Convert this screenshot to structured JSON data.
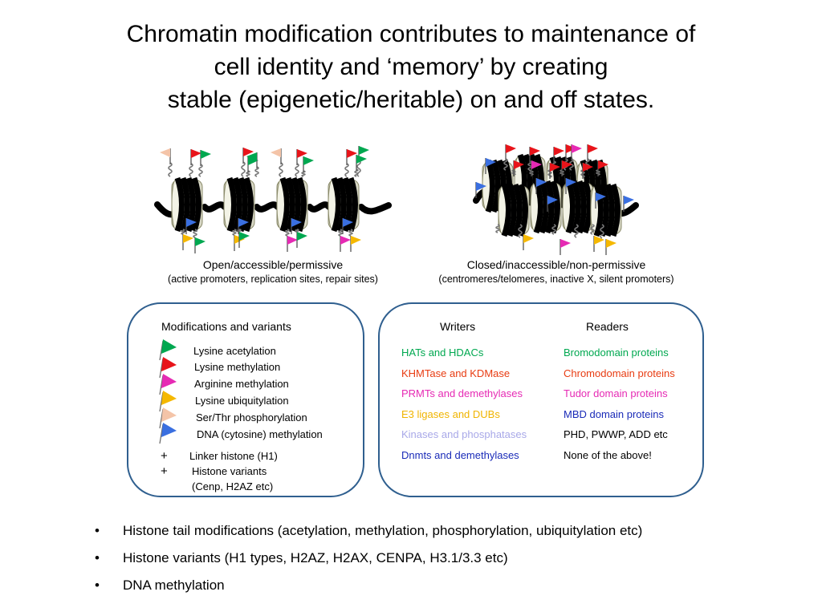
{
  "title": {
    "line1": "Chromatin modification contributes to maintenance of",
    "line2": "cell identity and ‘memory’ by creating",
    "line3": "stable (epigenetic/heritable) on and off states."
  },
  "states": {
    "open": {
      "label": "Open/accessible/permissive",
      "sublabel": "(active promoters, replication sites, repair sites)"
    },
    "closed": {
      "label": "Closed/inaccessible/non-permissive",
      "sublabel": "(centromeres/telomeres, inactive X, silent promoters)"
    }
  },
  "modifications_box": {
    "heading": "Modifications and variants",
    "items": [
      {
        "label": "Lysine acetylation",
        "color": "#00a850"
      },
      {
        "label": "Lysine methylation",
        "color": "#e8141a"
      },
      {
        "label": "Arginine methylation",
        "color": "#e62ab4"
      },
      {
        "label": "Lysine ubiquitylation",
        "color": "#f5b800"
      },
      {
        "label": "Ser/Thr phosphorylation",
        "color": "#f4c4a8"
      },
      {
        "label": "DNA (cytosine) methylation",
        "color": "#3a6fe0"
      }
    ],
    "extras": [
      {
        "symbol": "+",
        "label": "Linker histone (H1)"
      },
      {
        "symbol": "+",
        "label": "Histone variants"
      }
    ],
    "extras_note": "(Cenp, H2AZ etc)"
  },
  "writers_readers_box": {
    "writers_heading": "Writers",
    "readers_heading": "Readers",
    "rows": [
      {
        "writer": "HATs and HDACs",
        "reader": "Bromodomain proteins",
        "writer_color": "#00a850",
        "reader_color": "#00a850"
      },
      {
        "writer": "KHMTase and KDMase",
        "reader": "Chromodomain proteins",
        "writer_color": "#e83c12",
        "reader_color": "#e83c12"
      },
      {
        "writer": "PRMTs and demethylases",
        "reader": "Tudor domain proteins",
        "writer_color": "#e62ab4",
        "reader_color": "#e62ab4"
      },
      {
        "writer": "E3 ligases and DUBs",
        "reader": "MBD domain proteins",
        "writer_color": "#f0b400",
        "reader_color": "#1a2bb8"
      },
      {
        "writer": "Kinases and phosphatases",
        "reader": "PHD, PWWP, ADD etc",
        "writer_color": "#a8a8e8",
        "reader_color": "#000000"
      },
      {
        "writer": "Dnmts and demethylases",
        "reader": "None of the above!",
        "writer_color": "#1a2bb8",
        "reader_color": "#000000"
      }
    ]
  },
  "bullets": [
    "Histone tail modifications (acetylation, methylation, phosphorylation, ubiquitylation etc)",
    "Histone variants (H1 types, H2AZ, H2AX, CENPA, H3.1/3.3 etc)",
    "DNA methylation"
  ],
  "bullet_symbol": "•"
}
